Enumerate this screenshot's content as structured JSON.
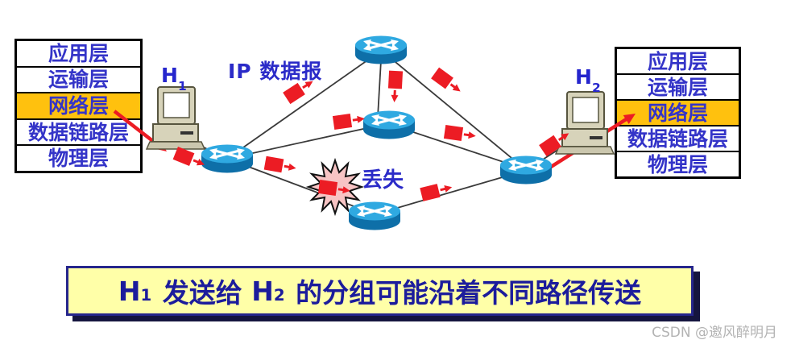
{
  "stack": {
    "layers": [
      "应用层",
      "运输层",
      "网络层",
      "数据链路层",
      "物理层"
    ],
    "highlighted_layer": "网络层"
  },
  "labels": {
    "h1_base": "H",
    "h1_sub": "1",
    "h2_base": "H",
    "h2_sub": "2",
    "ip_datagram": "IP 数据报",
    "lost": "丢失"
  },
  "caption": {
    "h1_base": "H",
    "h1_sub": "1",
    "mid": " 发送给 ",
    "h2_base": "H",
    "h2_sub": "2",
    "rest": " 的分组可能沿着不同路径传送"
  },
  "watermark": "CSDN @邀风醉明月",
  "icons": {
    "router": "router-icon",
    "host": "desktop-computer-icon",
    "packet": "datagram-packet-icon",
    "loss": "explosion-burst-icon",
    "send_path": "red-arrow-icon"
  },
  "colors": {
    "highlight_gold": "#FFC10E",
    "stack_text_blue": "#3434C8",
    "label_blue": "#2626CD",
    "packet_red": "#EC1C24",
    "router_top_blue": "#2FA9E1",
    "router_body_blue": "#0E6FA8",
    "burst_pink": "#F7C4C4",
    "link_gray": "#3A3A3A",
    "caption_bg_yellow": "#FFFFA8",
    "caption_border_navy": "#26268C",
    "caption_text_navy": "#1C1C9C",
    "watermark_gray": "#B3B3B3"
  }
}
